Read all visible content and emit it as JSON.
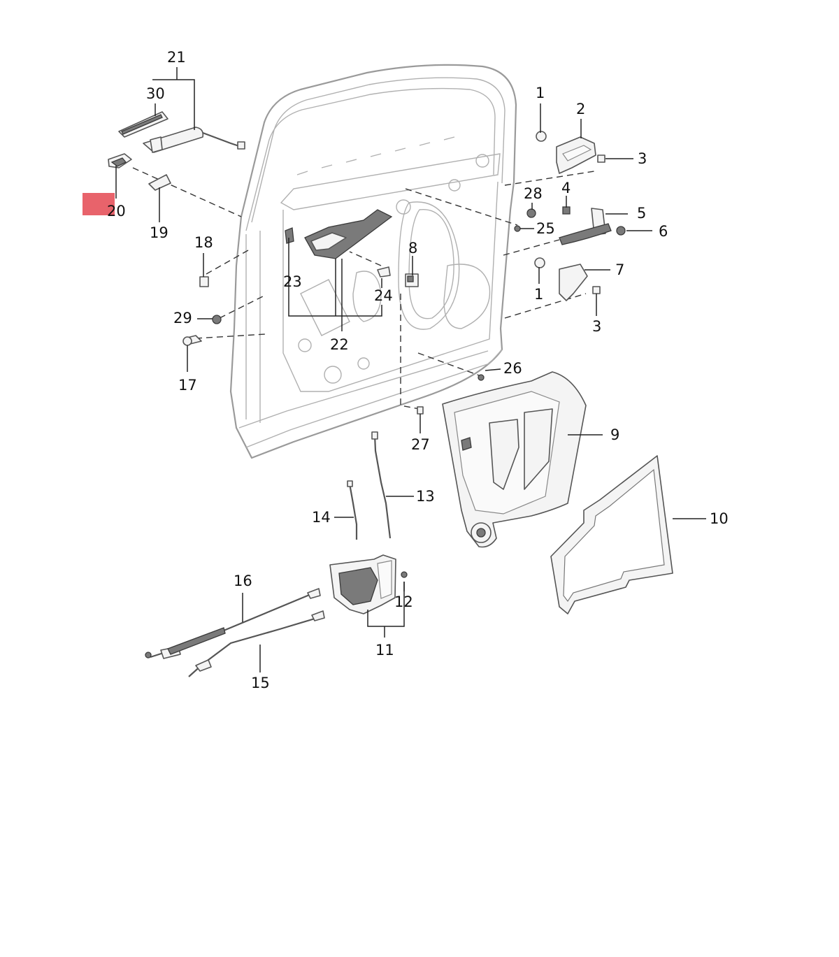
{
  "callouts": [
    {
      "id": "c1a",
      "text": "1"
    },
    {
      "id": "c2",
      "text": "2"
    },
    {
      "id": "c3a",
      "text": "3"
    },
    {
      "id": "c4",
      "text": "4"
    },
    {
      "id": "c5",
      "text": "5"
    },
    {
      "id": "c6",
      "text": "6"
    },
    {
      "id": "c7",
      "text": "7"
    },
    {
      "id": "c1b",
      "text": "1"
    },
    {
      "id": "c3b",
      "text": "3"
    },
    {
      "id": "c8",
      "text": "8"
    },
    {
      "id": "c9",
      "text": "9"
    },
    {
      "id": "c10",
      "text": "10"
    },
    {
      "id": "c11",
      "text": "11"
    },
    {
      "id": "c12",
      "text": "12"
    },
    {
      "id": "c13",
      "text": "13"
    },
    {
      "id": "c14",
      "text": "14"
    },
    {
      "id": "c15",
      "text": "15"
    },
    {
      "id": "c16",
      "text": "16"
    },
    {
      "id": "c17",
      "text": "17"
    },
    {
      "id": "c18",
      "text": "18"
    },
    {
      "id": "c19",
      "text": "19"
    },
    {
      "id": "c20",
      "text": "20"
    },
    {
      "id": "c21",
      "text": "21"
    },
    {
      "id": "c22",
      "text": "22"
    },
    {
      "id": "c23",
      "text": "23"
    },
    {
      "id": "c24",
      "text": "24"
    },
    {
      "id": "c25",
      "text": "25"
    },
    {
      "id": "c26",
      "text": "26"
    },
    {
      "id": "c27",
      "text": "27"
    },
    {
      "id": "c28",
      "text": "28"
    },
    {
      "id": "c29",
      "text": "29"
    },
    {
      "id": "c30",
      "text": "30"
    }
  ],
  "highlight_color": "#e8636b"
}
